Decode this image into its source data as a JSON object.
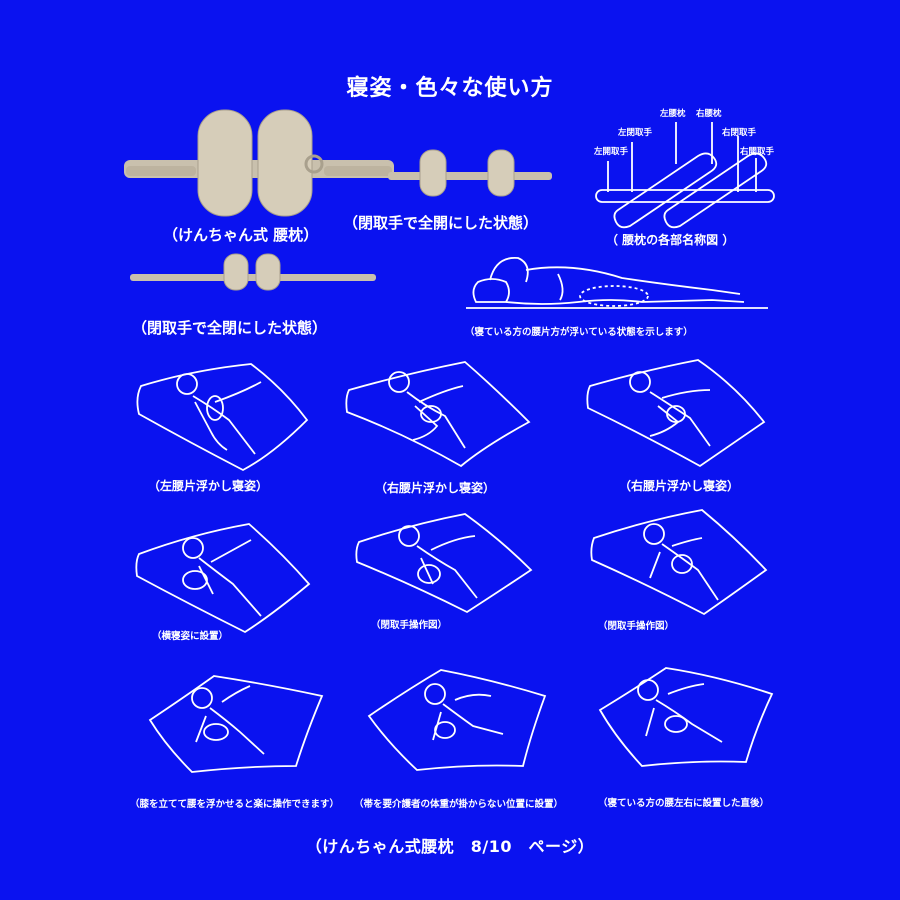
{
  "page_title": "寝姿・色々な使い方",
  "top_captions": {
    "waist_pillow": "（けんちゃん式 腰枕）",
    "fully_open": "（閉取手で全開にした状態）",
    "parts_diagram": "（ 腰枕の各部名称図 ）",
    "fully_closed": "（閉取手で全閉にした状態）",
    "lying_person": "（寝ている方の腰片方が浮いている状態を示します）"
  },
  "parts_labels": {
    "left_pillow": "左腰枕",
    "right_pillow": "右腰枕",
    "left_close_handle": "左閉取手",
    "right_close_handle": "右閉取手",
    "left_open_handle": "左開取手",
    "right_open_handle": "右開取手"
  },
  "grid_captions": [
    "（左腰片浮かし寝姿）",
    "（右腰片浮かし寝姿）",
    "（右腰片浮かし寝姿）",
    "（横寝姿に設置）",
    "（閉取手操作図）",
    "（閉取手操作図）",
    "（膝を立てて腰を浮かせると楽に操作できます）",
    "（帯を要介護者の体重が掛からない位置に設置）",
    "（寝ている方の腰左右に設置した直後）"
  ],
  "footer": "（けんちゃん式腰枕　8/10　ページ）",
  "colors": {
    "background": "#0a12f0",
    "line": "#ffffff",
    "product": "#cfc6b3"
  }
}
